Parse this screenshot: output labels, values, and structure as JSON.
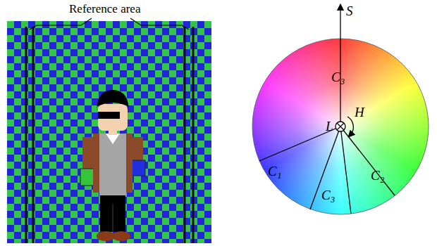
{
  "diagram": {
    "labels": [
      "Reference area",
      "S",
      "H",
      "L",
      "C₃",
      "C₁",
      "C₃",
      "C₂"
    ]
  }
}
